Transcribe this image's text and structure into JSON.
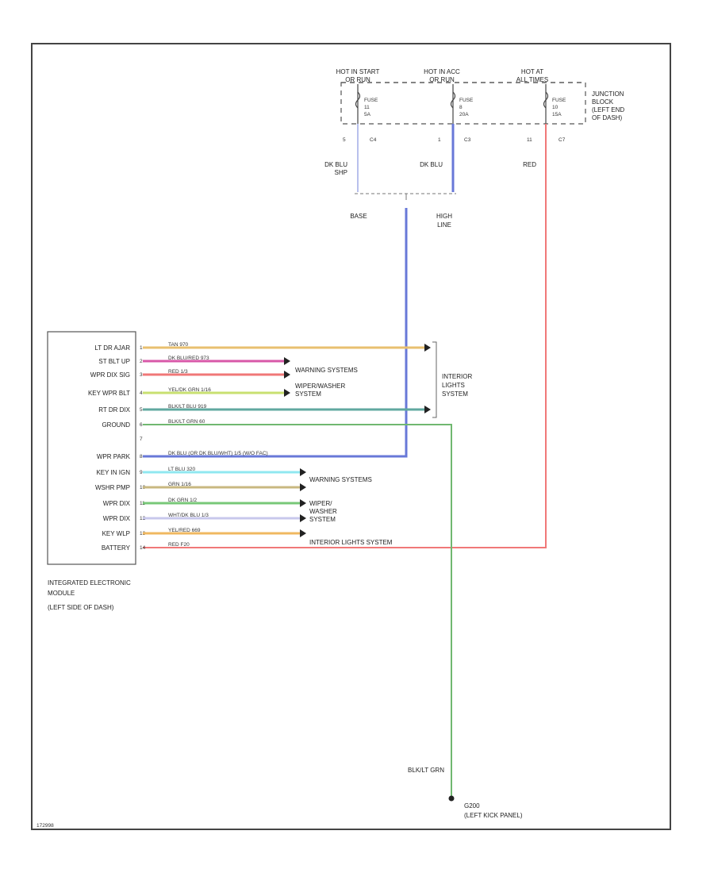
{
  "fuse_block": {
    "power_labels": [
      [
        "HOT IN START",
        "OR RUN"
      ],
      [
        "HOT IN ACC",
        "OR RUN"
      ],
      [
        "HOT AT",
        "ALL TIMES"
      ]
    ],
    "fuses": [
      [
        "FUSE",
        "11",
        "5A"
      ],
      [
        "FUSE",
        "8",
        "20A"
      ],
      [
        "FUSE",
        "10",
        "15A"
      ]
    ],
    "pins": [
      {
        "num": "5",
        "conn": "C4"
      },
      {
        "num": "1",
        "conn": "C3"
      },
      {
        "num": "11",
        "conn": "C7"
      }
    ],
    "block_label": [
      "JUNCTION",
      "BLOCK",
      "(LEFT END",
      "OF DASH)"
    ]
  },
  "feed_wires": {
    "wire1": [
      "DK BLU",
      "SHP"
    ],
    "wire2": [
      "DK BLU"
    ],
    "wire3": [
      "RED"
    ]
  },
  "variants": {
    "base": [
      "BASE"
    ],
    "high": [
      "HIGH",
      "LINE"
    ]
  },
  "module": {
    "pins": [
      "LT DR AJAR",
      "ST BLT UP",
      "WPR DIX SIG",
      "KEY WPR BLT",
      "RT DR DIX",
      "GROUND",
      "",
      "WPR PARK",
      "KEY IN IGN",
      "WSHR PMP",
      "WPR DIX",
      "WPR DIX",
      "KEY WLP",
      "BATTERY"
    ],
    "pin_nums": [
      "1",
      "2",
      "3",
      "4",
      "5",
      "6",
      "7",
      "8",
      "9",
      "10",
      "11",
      "12",
      "13",
      "14"
    ],
    "name": [
      "INTEGRATED ELECTRONIC",
      "MODULE",
      "(LEFT SIDE OF DASH)"
    ]
  },
  "wires": [
    "TAN  970",
    "DK BLU/RED   973",
    "RED   1/3",
    "YEL/DK GRN   1/16",
    "BLK/LT BLU   919",
    "BLK/LT GRN   60",
    "",
    "DK BLU (OR DK BLU/WHT)       1/5 (W/O FAC)",
    "LT BLU   320",
    "GRN   1/16",
    "DK GRN   1/2",
    "WHT/DK BLU   1/3",
    "YEL/RED   669",
    "RED   F20"
  ],
  "destinations": {
    "warning1": "WARNING SYSTEMS",
    "wiper1": [
      "WIPER/WASHER",
      "SYSTEM"
    ],
    "interior": [
      "INTERIOR",
      "LIGHTS",
      "SYSTEM"
    ],
    "warning2": "WARNING SYSTEMS",
    "wiper2": [
      "WIPER/",
      "WASHER",
      "SYSTEM"
    ],
    "interior2": "INTERIOR LIGHTS SYSTEM"
  },
  "ground": {
    "wire": "BLK/LT GRN",
    "label": [
      "G200",
      "(LEFT KICK PANEL)"
    ]
  },
  "footer_code": "172998",
  "colors": {
    "tan": "#e8c070",
    "dkblu_red": "#d858a8",
    "red": "#f07878",
    "yel_dkgrn": "#c8e070",
    "blk_ltblu": "#60a8a0",
    "blk_ltgrn": "#78c078",
    "dkblu": "#6878d8",
    "ltblu": "#90e8f0",
    "grn_tan": "#c8b880",
    "dkgrn": "#78c878",
    "wht_dkblu": "#c8c8ec",
    "yel_red": "#f0b860",
    "feed_dkblu_light": "#b8c0ec",
    "feed_dkblu": "#6878d8",
    "feed_red": "#f07878",
    "ground_wire": "#70b870"
  }
}
